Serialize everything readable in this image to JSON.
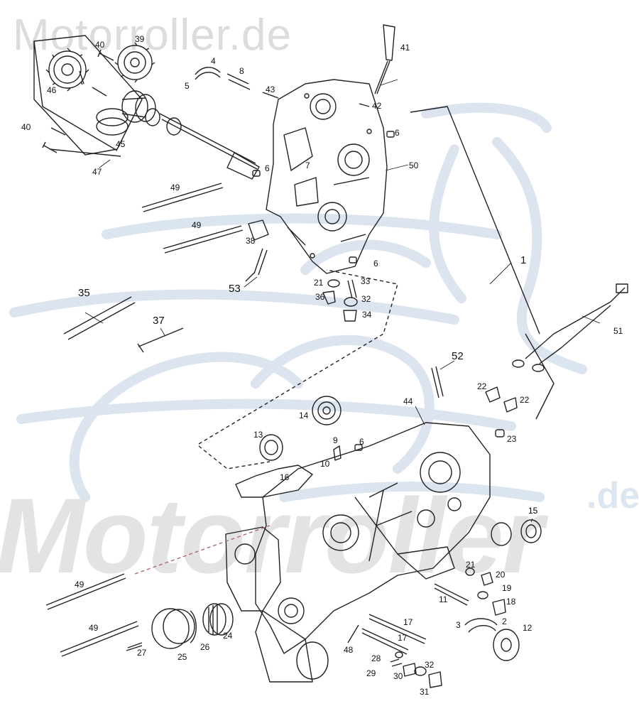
{
  "watermark": {
    "top_text": "Motorroller.de",
    "large_text": "Motorroller",
    "domain_suffix": ".de",
    "logo_color": "#c9d9ea"
  },
  "callouts": [
    {
      "id": "c39",
      "label": "39"
    },
    {
      "id": "c40a",
      "label": "40"
    },
    {
      "id": "c46",
      "label": "46"
    },
    {
      "id": "c4",
      "label": "4"
    },
    {
      "id": "c5",
      "label": "5"
    },
    {
      "id": "c8",
      "label": "8"
    },
    {
      "id": "c43",
      "label": "43"
    },
    {
      "id": "c41",
      "label": "41"
    },
    {
      "id": "c42",
      "label": "42"
    },
    {
      "id": "c40b",
      "label": "40"
    },
    {
      "id": "c45",
      "label": "45"
    },
    {
      "id": "c47",
      "label": "47"
    },
    {
      "id": "c6a",
      "label": "6"
    },
    {
      "id": "c7",
      "label": "7"
    },
    {
      "id": "c6b",
      "label": "6"
    },
    {
      "id": "c50",
      "label": "50"
    },
    {
      "id": "c49a",
      "label": "49"
    },
    {
      "id": "c49b",
      "label": "49"
    },
    {
      "id": "c38",
      "label": "38"
    },
    {
      "id": "c53",
      "label": "53"
    },
    {
      "id": "c6c",
      "label": "6"
    },
    {
      "id": "c21a",
      "label": "21"
    },
    {
      "id": "c33",
      "label": "33"
    },
    {
      "id": "c36",
      "label": "36"
    },
    {
      "id": "c32a",
      "label": "32"
    },
    {
      "id": "c34",
      "label": "34"
    },
    {
      "id": "c35",
      "label": "35"
    },
    {
      "id": "c37",
      "label": "37"
    },
    {
      "id": "c1",
      "label": "1"
    },
    {
      "id": "c51",
      "label": "51"
    },
    {
      "id": "c52",
      "label": "52"
    },
    {
      "id": "c22a",
      "label": "22"
    },
    {
      "id": "c22b",
      "label": "22"
    },
    {
      "id": "c44",
      "label": "44"
    },
    {
      "id": "c14",
      "label": "14"
    },
    {
      "id": "c13",
      "label": "13"
    },
    {
      "id": "c9",
      "label": "9"
    },
    {
      "id": "c6d",
      "label": "6"
    },
    {
      "id": "c23",
      "label": "23"
    },
    {
      "id": "c10",
      "label": "10"
    },
    {
      "id": "c16",
      "label": "16"
    },
    {
      "id": "c15",
      "label": "15"
    },
    {
      "id": "c21b",
      "label": "21"
    },
    {
      "id": "c20",
      "label": "20"
    },
    {
      "id": "c19",
      "label": "19"
    },
    {
      "id": "c11",
      "label": "11"
    },
    {
      "id": "c18",
      "label": "18"
    },
    {
      "id": "c49c",
      "label": "49"
    },
    {
      "id": "c17a",
      "label": "17"
    },
    {
      "id": "c3",
      "label": "3"
    },
    {
      "id": "c2",
      "label": "2"
    },
    {
      "id": "c12",
      "label": "12"
    },
    {
      "id": "c17b",
      "label": "17"
    },
    {
      "id": "c49d",
      "label": "49"
    },
    {
      "id": "c24",
      "label": "24"
    },
    {
      "id": "c48",
      "label": "48"
    },
    {
      "id": "c27",
      "label": "27"
    },
    {
      "id": "c25",
      "label": "25"
    },
    {
      "id": "c26",
      "label": "26"
    },
    {
      "id": "c28",
      "label": "28"
    },
    {
      "id": "c32b",
      "label": "32"
    },
    {
      "id": "c29",
      "label": "29"
    },
    {
      "id": "c30",
      "label": "30"
    },
    {
      "id": "c31",
      "label": "31"
    }
  ]
}
